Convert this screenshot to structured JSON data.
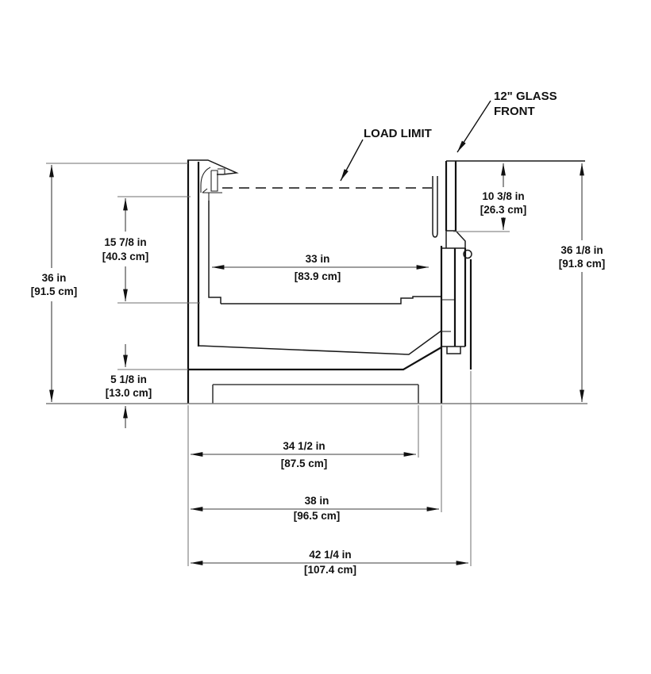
{
  "drawing": {
    "labels": {
      "load_limit": "LOAD LIMIT",
      "glass_front_line1": "12\" GLASS",
      "glass_front_line2": "FRONT"
    },
    "dimensions": {
      "rear_height": {
        "inches": "36 in",
        "metric": "[91.5 cm]"
      },
      "interior_depth": {
        "inches": "15 7/8 in",
        "metric": "[40.3 cm]"
      },
      "well_width": {
        "inches": "33 in",
        "metric": "[83.9 cm]"
      },
      "glass_height": {
        "inches": "10 3/8 in",
        "metric": "[26.3 cm]"
      },
      "front_height": {
        "inches": "36 1/8 in",
        "metric": "[91.8 cm]"
      },
      "base_height": {
        "inches": "5 1/8 in",
        "metric": "[13.0 cm]"
      },
      "base_width": {
        "inches": "34 1/2 in",
        "metric": "[87.5 cm]"
      },
      "body_depth": {
        "inches": "38 in",
        "metric": "[96.5 cm]"
      },
      "overall_depth": {
        "inches": "42 1/4 in",
        "metric": "[107.4 cm]"
      }
    },
    "colors": {
      "line": "#111111",
      "dimension_line": "#3c3c3c",
      "background": "#ffffff"
    }
  }
}
